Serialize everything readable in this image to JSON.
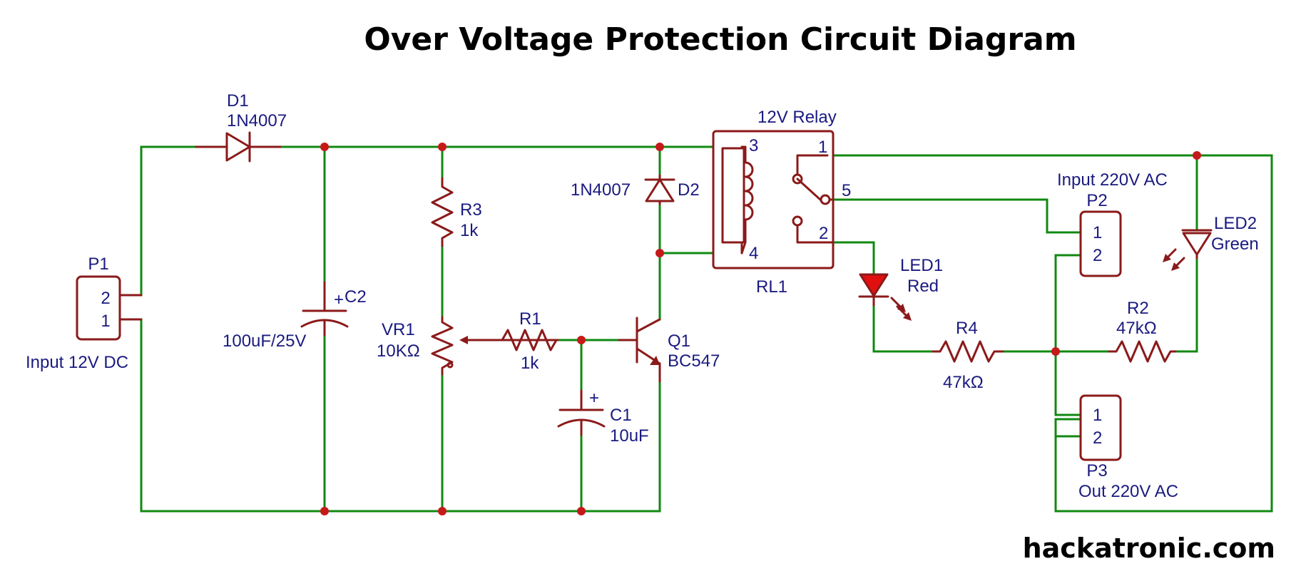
{
  "title": "Over Voltage Protection Circuit Diagram",
  "watermark": "hackatronic.com",
  "colors": {
    "wire": "#118811",
    "component": "#8b1a1a",
    "junction": "#c41a1a",
    "label": "#1a1a80",
    "led1": "#e01010"
  },
  "components": {
    "D1": {
      "ref": "D1",
      "value": "1N4007"
    },
    "D2": {
      "ref": "D2",
      "value": "1N4007"
    },
    "C2": {
      "ref": "C2",
      "value": "100uF/25V",
      "polarity": "+"
    },
    "C1": {
      "ref": "C1",
      "value": "10uF",
      "polarity": "+"
    },
    "R3": {
      "ref": "R3",
      "value": "1k"
    },
    "R1": {
      "ref": "R1",
      "value": "1k"
    },
    "VR1": {
      "ref": "VR1",
      "value": "10KΩ"
    },
    "Q1": {
      "ref": "Q1",
      "value": "BC547"
    },
    "RL1": {
      "ref": "RL1",
      "title": "12V Relay",
      "pins": [
        "3",
        "1",
        "5",
        "2",
        "4"
      ]
    },
    "LED1": {
      "ref": "LED1",
      "value": "Red"
    },
    "LED2": {
      "ref": "LED2",
      "value": "Green"
    },
    "R4": {
      "ref": "R4",
      "value": "47kΩ"
    },
    "R2": {
      "ref": "R2",
      "value": "47kΩ"
    },
    "P1": {
      "ref": "P1",
      "pins": [
        "2",
        "1"
      ],
      "caption": "Input 12V DC"
    },
    "P2": {
      "ref": "P2",
      "pins": [
        "1",
        "2"
      ],
      "caption": "Input 220V AC"
    },
    "P3": {
      "ref": "P3",
      "pins": [
        "1",
        "2"
      ],
      "caption": "Out 220V AC"
    }
  }
}
